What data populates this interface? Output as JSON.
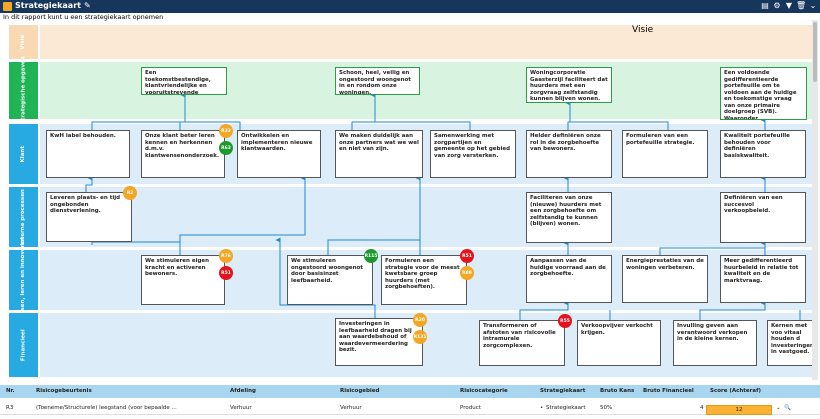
{
  "window": {
    "title": "Strategiekaart",
    "edit_icon": "pencil-icon",
    "toolbar_icons": [
      "document-icon",
      "gear-icon",
      "filter-icon",
      "trash-icon",
      "chevron-down-icon"
    ]
  },
  "subtitle": "In dit rapport kunt u een strategiekaart opnemen",
  "colors": {
    "titlebar": "#16365c",
    "green": "#2e9c46",
    "blue_lane": "#dcecf9",
    "orange": "#f5a623",
    "red": "#e3141b"
  },
  "lanes": [
    {
      "label": "Visie",
      "color": "#f8d9b3"
    },
    {
      "label": "Strategische opgaven",
      "color": "#1fb455"
    },
    {
      "label": "Klant",
      "color": "#27a9e1"
    },
    {
      "label": "Interne processen",
      "color": "#27a9e1"
    },
    {
      "label": "Mensen, leren en innoveren",
      "color": "#27a9e1"
    },
    {
      "label": "Financieel",
      "color": "#27a9e1"
    }
  ],
  "visie_text": "Visie",
  "strategic": [
    "Een toekomstbestendige, klantvriendelijke en vooruitstrevende klantbenadering.",
    "Schoon, heel, veilig en ongestoord woongenot in en rondom onze woningen.",
    "Woningcorporatie Gaasterzijl faciliteert dat huurders met een zorgvraag zelfstandig kunnen blijven wonen.",
    "Een voldoende gedifferentieerde portefeuille om te voldoen aan de huidige en toekomstige vraag van onze primaire doelgroep (SVB). Waaronder verantwoorde krimp realiseren in de kleine kernen."
  ],
  "klant": [
    "KwH label behouden.",
    "Onze klant beter leren kennen en herkennen d.m.v. klantwensenonderzoek.",
    "Ontwikkelen en implementeren nieuwe klantwaarden.",
    "We maken duidelijk aan onze partners wat we wel en niet van zijn.",
    "Samenwerking met zorgpartijen en gemeente op het gebied van zorg versterken.",
    "Helder definiëren onze rol in de zorgbehoefte van bewoners.",
    "Formuleren van een portefeuille strategie.",
    "Kwaliteit portefeuille behouden voor definiëren basiskwaliteit."
  ],
  "intern": [
    "Leveren plaats- en tijd ongebonden dienstverlening.",
    "Faciliteren van onze (nieuwe) huurders met een zorgbehoefte om zelfstandig te kunnen (blijven) wonen.",
    "Definiëren van een succesvol verkoopbeleid."
  ],
  "mensen": [
    "We stimuleren eigen kracht en activeren bewoners.",
    "We stimuleren ongestoord woongenot door basisinzet leefbaarheid.",
    "Formuleren een strategie voor de meest kwetsbare groep huurders (met zorgbehoeften).",
    "Aanpassen van de huidige voorraad aan de zorgbehoefte.",
    "Energieprestaties van de woningen verbeteren.",
    "Meer gedifferentieerd huurbeleid in relatie tot kwaliteit en de marktvraag."
  ],
  "financieel": [
    "Investeringen in leefbaarheid dragen bij aan waardebehoud of waardevermeerdering bezit.",
    "Transformeren of afstoten van risicovolle intramurale zorgcomplexen.",
    "Verkoopvijver verkocht krijgen.",
    "Invulling geven aan verantwoord verkopen in de kleine kernen.",
    "Kernen met voo vitaal houden d investeringen in vastgoed."
  ],
  "badges": [
    "R33",
    "R63",
    "R2",
    "R76",
    "R51",
    "R115",
    "R51",
    "R89",
    "R20",
    "R131",
    "R55"
  ],
  "grid": {
    "headers": [
      "Nr.",
      "Risicogebeurtenis",
      "Afdeling",
      "Risicogebied",
      "Risicocategorie",
      "Strategiekaart",
      "Bruto Kans",
      "Bruto Financieel",
      "Score (Achteraf)"
    ],
    "row": {
      "nr": "R3",
      "event": "(Toeneme/Structurele) leegstand (voor bepaalde ...",
      "afdeling": "Verhuur",
      "gebied": "Verhuur",
      "categorie": "Product",
      "strategiekaart": "Strategiekaart",
      "kans": "50%",
      "financieel": "4",
      "score": "12"
    }
  }
}
